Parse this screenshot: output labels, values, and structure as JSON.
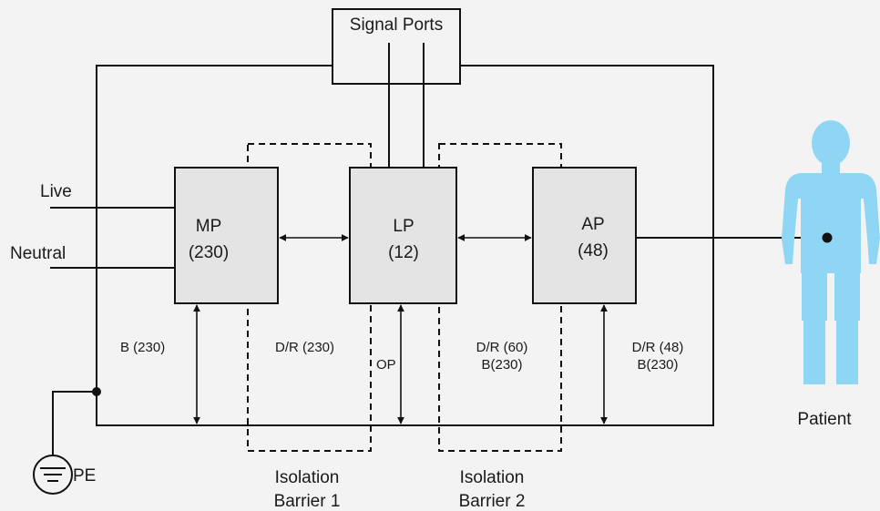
{
  "signal_ports": {
    "label": "Signal Ports"
  },
  "sources": {
    "live": "Live",
    "neutral": "Neutral",
    "pe": "PE"
  },
  "blocks": {
    "mp": {
      "name": "MP",
      "value": "(230)"
    },
    "lp": {
      "name": "LP",
      "value": "(12)"
    },
    "ap": {
      "name": "AP",
      "value": "(48)"
    }
  },
  "paths": {
    "b_mp": "B (230)",
    "dr_230": "D/R (230)",
    "op": "OP",
    "dr_60": "D/R (60)",
    "b_60": "B(230)",
    "dr_48": "D/R (48)",
    "b_48": "B(230)"
  },
  "barriers": {
    "b1_line1": "Isolation",
    "b1_line2": "Barrier 1",
    "b2_line1": "Isolation",
    "b2_line2": "Barrier 2"
  },
  "patient": {
    "label": "Patient"
  },
  "colors": {
    "patient": "#8fd6f5",
    "block_fill": "#e4e4e4",
    "background": "#f3f3f3"
  }
}
